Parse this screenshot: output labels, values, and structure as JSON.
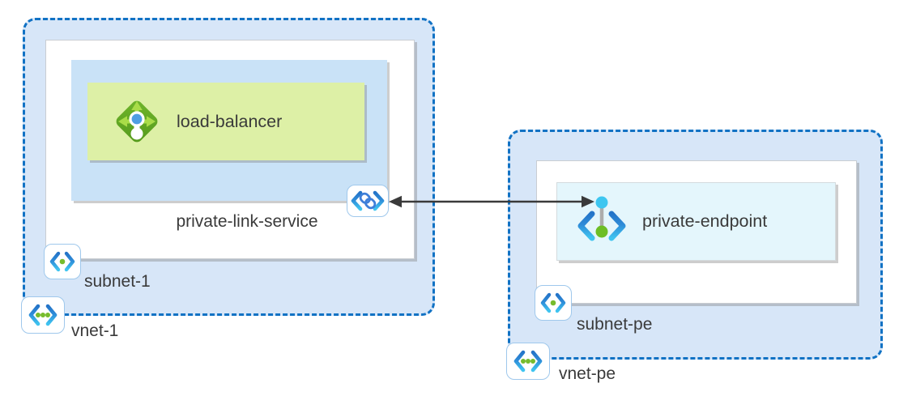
{
  "left_group": {
    "vnet_label": "vnet-1",
    "subnet_label": "subnet-1",
    "service_label": "private-link-service",
    "load_balancer_label": "load-balancer"
  },
  "right_group": {
    "vnet_label": "vnet-pe",
    "subnet_label": "subnet-pe",
    "endpoint_label": "private-endpoint"
  },
  "connection": {
    "type": "bidirectional-arrow"
  },
  "icons": {
    "load_balancer": "load-balancer-icon",
    "private_link_service": "private-link-service-icon",
    "private_endpoint": "private-endpoint-icon",
    "subnet": "subnet-icon",
    "virtual_network": "virtual-network-icon"
  },
  "colors": {
    "vnet_fill": "#D7E6F8",
    "vnet_border": "#1172C4",
    "subnet_fill": "#FFFFFF",
    "service_fill": "#C9E2F7",
    "load_balancer_fill": "#DDF0A6",
    "endpoint_fill": "#E4F6FC",
    "chevron_blue": "#2474C8",
    "chevron_cyan": "#3FC4F0",
    "dot_green": "#76BC2D",
    "text": "#3A3A3A",
    "arrow": "#3A3A3A"
  }
}
